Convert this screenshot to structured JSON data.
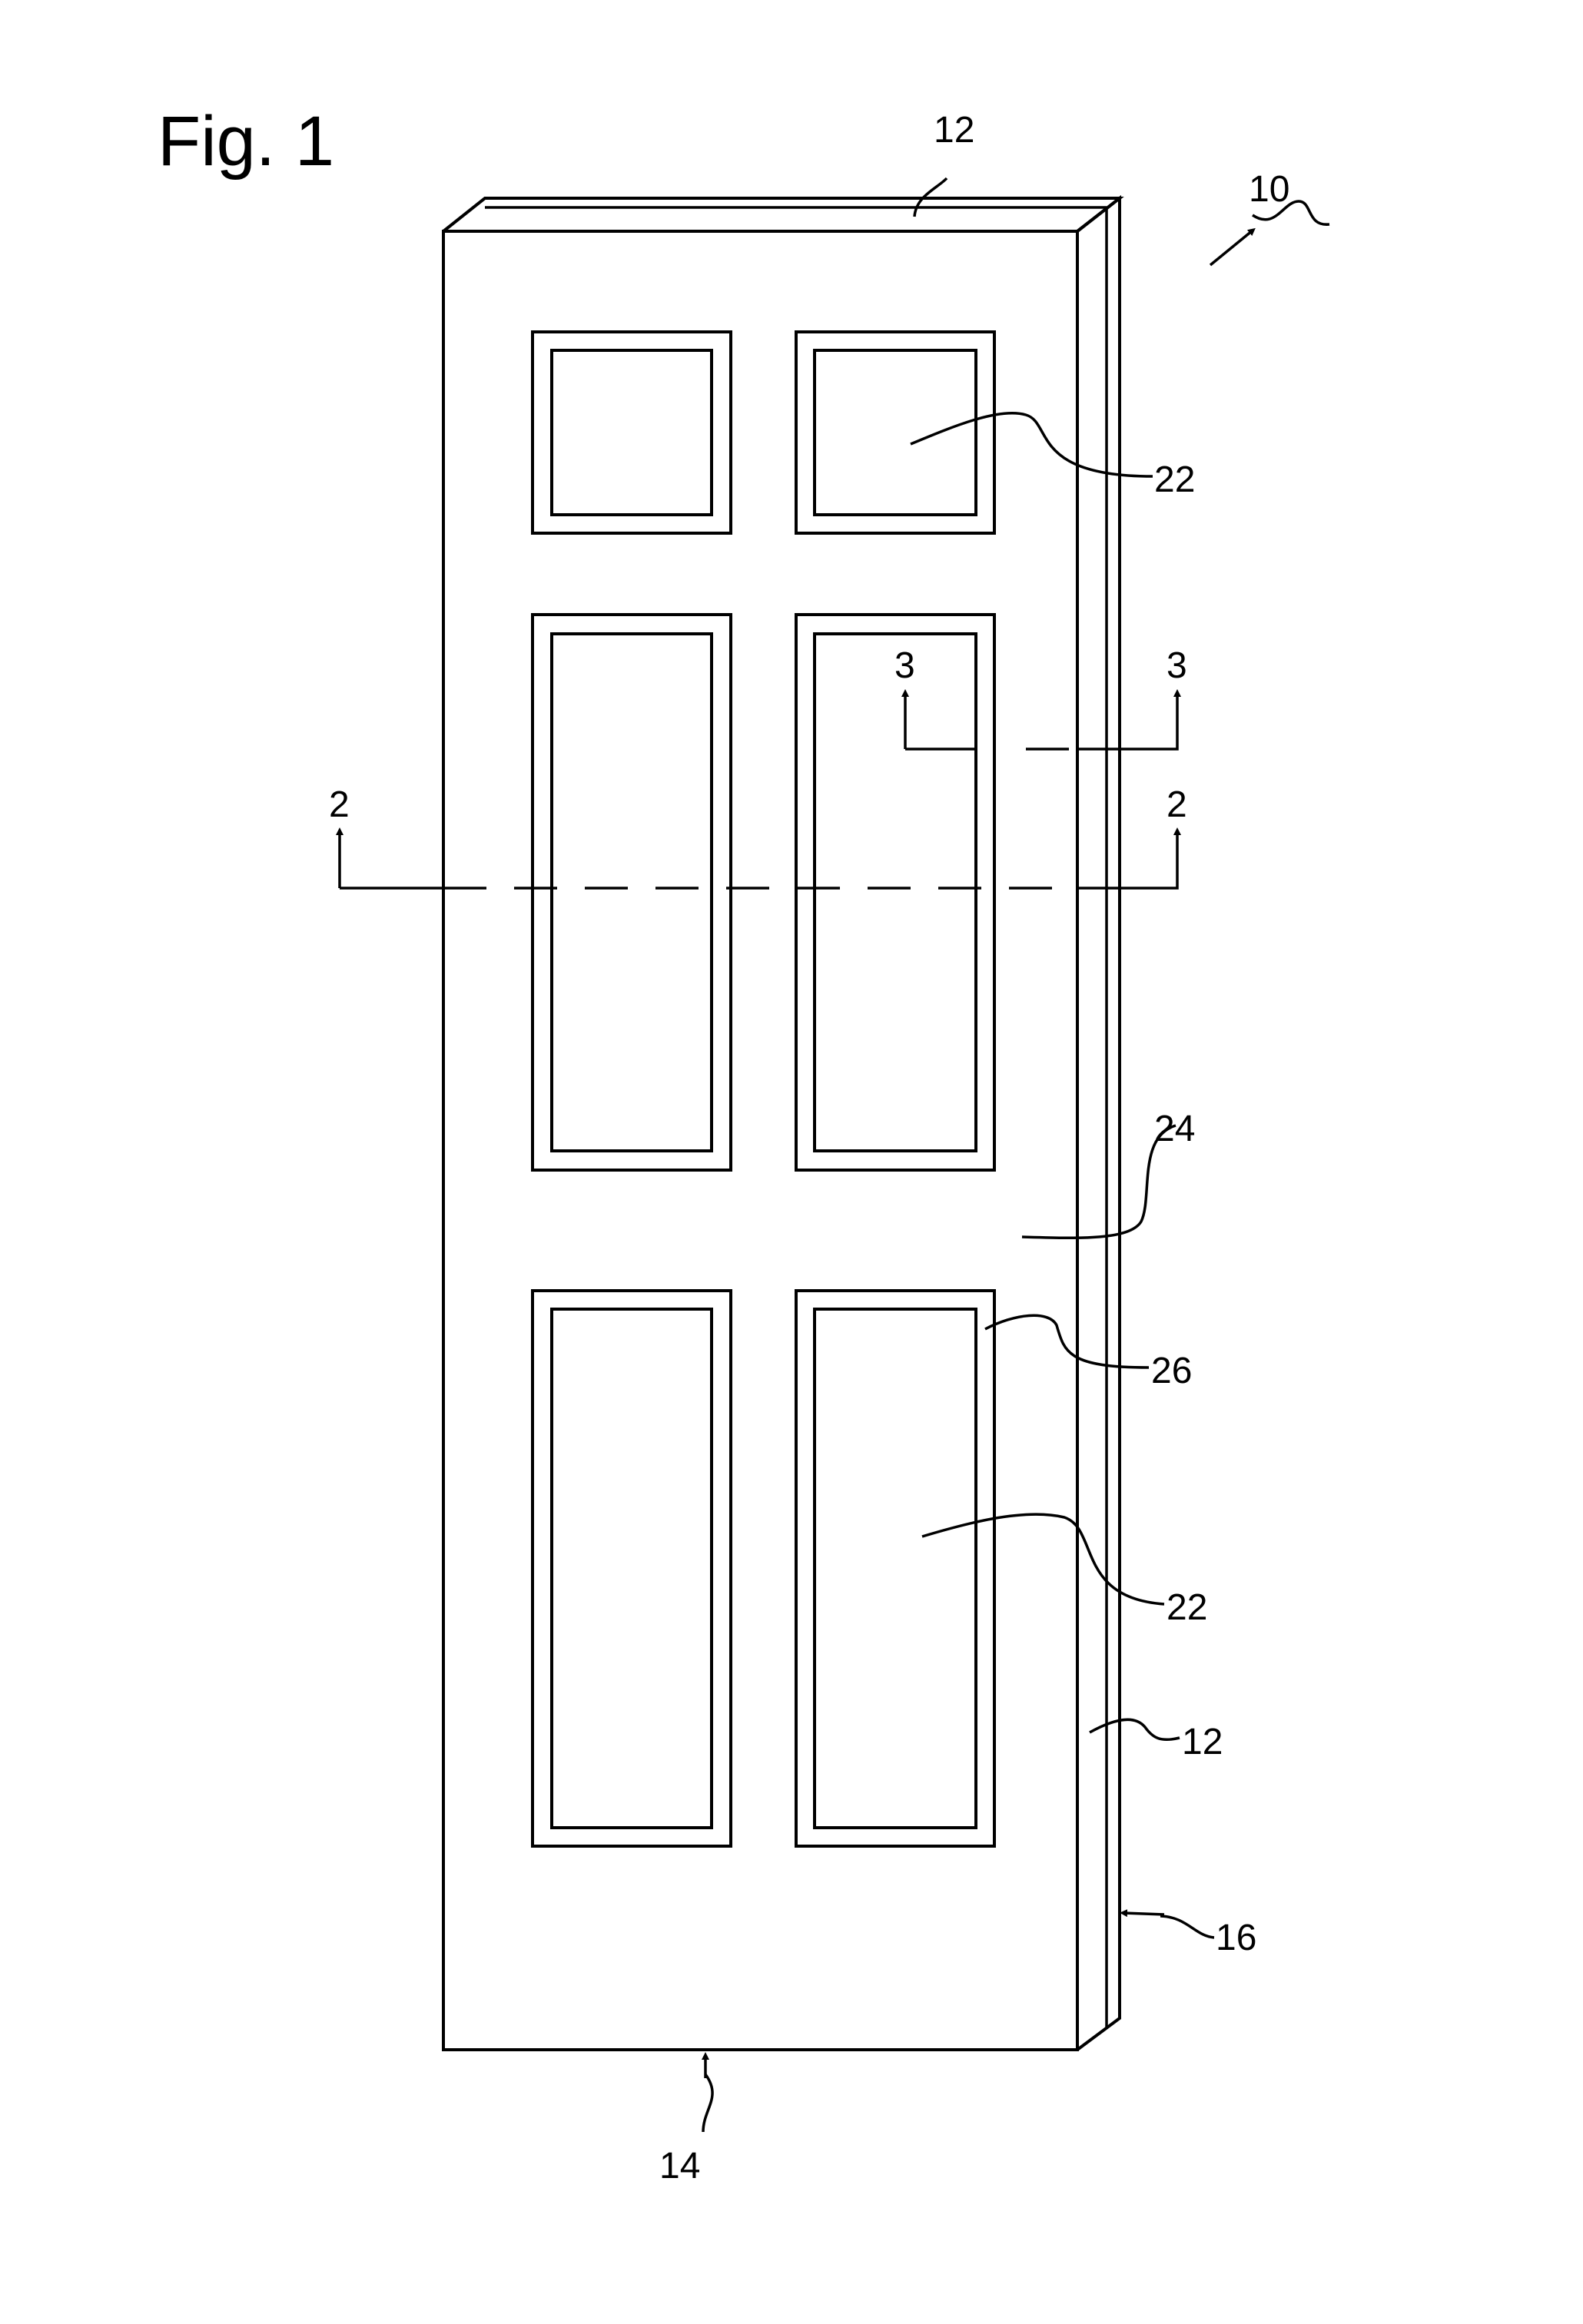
{
  "figure": {
    "title": "Fig. 1",
    "labels": {
      "assembly": "10",
      "top_edge": "12",
      "side_edge": "12",
      "bottom_edge": "14",
      "side_arrow": "16",
      "upper_panel": "22",
      "lower_panel": "22",
      "face_surface": "24",
      "panel_border": "26",
      "section_2_left": "2",
      "section_2_right": "2",
      "section_3_left": "3",
      "section_3_right": "3"
    }
  }
}
